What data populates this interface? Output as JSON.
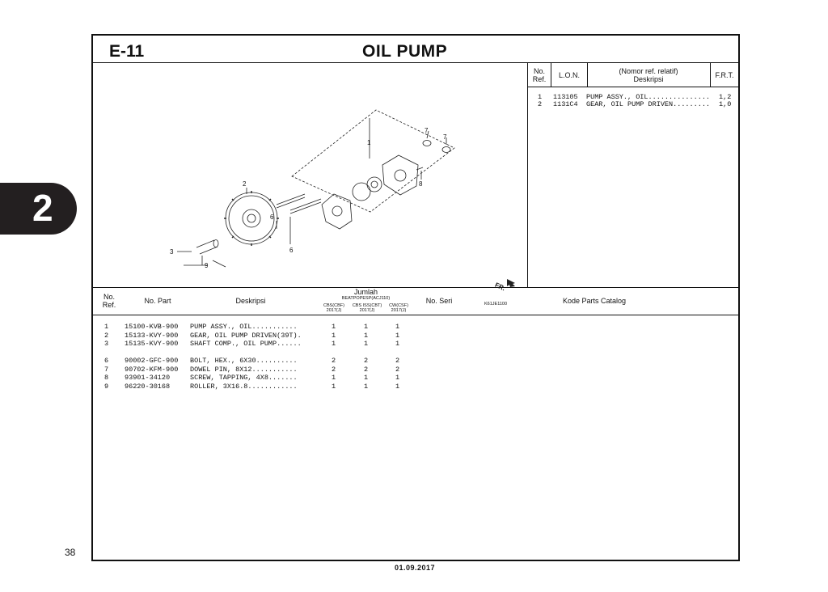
{
  "chapter_tab": "2",
  "page": {
    "section": "E-11",
    "title": "OIL PUMP",
    "page_number": "38",
    "date": "01.09.2017",
    "diagram_code": "K61JE1100",
    "front_marker": "FR."
  },
  "diagram_callouts": [
    "1",
    "2",
    "3",
    "6",
    "6",
    "7",
    "7",
    "8",
    "9"
  ],
  "ref_table": {
    "headers": {
      "no": "No.",
      "ref": "Ref.",
      "lon": "L.O.N.",
      "nomor": "(Nomor ref. relatif)",
      "deskripsi": "Deskripsi",
      "frt": "F.R.T."
    },
    "rows": [
      {
        "ref": "1",
        "lon": "113105",
        "desc": "PUMP ASSY., OIL...............",
        "frt": "1,2"
      },
      {
        "ref": "2",
        "lon": "1131C4",
        "desc": "GEAR, OIL PUMP DRIVEN.........",
        "frt": "1,0"
      }
    ]
  },
  "parts_table": {
    "headers": {
      "no": "No.",
      "ref": "Ref.",
      "part": "No. Part",
      "desc": "Deskripsi",
      "jumlah": "Jumlah",
      "model": "BEATPOPESP(ACJ110)",
      "v1": "CBS(CBF)",
      "v1y": "2017(J)",
      "v2": "CBS ISS(CBT)",
      "v2y": "2017(J)",
      "v3": "CW(CSF)",
      "v3y": "2017(J)",
      "seri": "No. Seri",
      "catalog": "Kode Parts Catalog"
    },
    "rows": [
      {
        "ref": "1",
        "part": "15100-KVB-900",
        "desc": "PUMP ASSY., OIL...........",
        "q1": "1",
        "q2": "1",
        "q3": "1"
      },
      {
        "ref": "2",
        "part": "15133-KVY-900",
        "desc": "GEAR, OIL PUMP DRIVEN(39T).",
        "q1": "1",
        "q2": "1",
        "q3": "1"
      },
      {
        "ref": "3",
        "part": "15135-KVY-900",
        "desc": "SHAFT COMP., OIL PUMP......",
        "q1": "1",
        "q2": "1",
        "q3": "1"
      },
      {
        "ref": "6",
        "part": "90002-GFC-900",
        "desc": "BOLT, HEX., 6X30..........",
        "q1": "2",
        "q2": "2",
        "q3": "2"
      },
      {
        "ref": "7",
        "part": "90702-KFM-900",
        "desc": "DOWEL PIN, 8X12...........",
        "q1": "2",
        "q2": "2",
        "q3": "2"
      },
      {
        "ref": "8",
        "part": "93901-34120",
        "desc": "SCREW, TAPPING, 4X8.......",
        "q1": "1",
        "q2": "1",
        "q3": "1"
      },
      {
        "ref": "9",
        "part": "96220-30168",
        "desc": "ROLLER, 3X16.8............",
        "q1": "1",
        "q2": "1",
        "q3": "1"
      }
    ]
  }
}
